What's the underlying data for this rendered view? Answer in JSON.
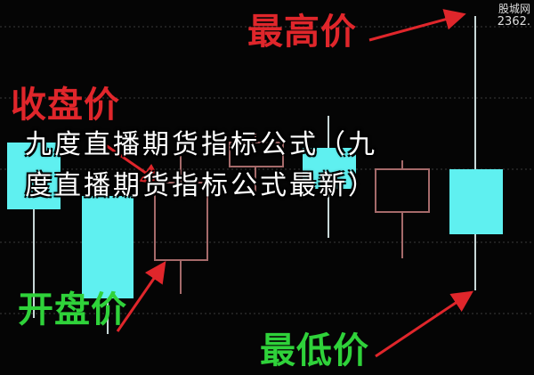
{
  "labels": {
    "high": "最高价",
    "close": "收盘价",
    "open": "开盘价",
    "low": "最低价"
  },
  "title_overlay": {
    "line1": "九度直播期货指标公式（九",
    "line2": "度直播期货指标公式最新）"
  },
  "watermark": {
    "site": "股城网",
    "price": "2362."
  },
  "colors": {
    "rising_body": "#5ff0f0",
    "falling_outline": "#a56a6a",
    "label_red": "#e0262b",
    "label_green": "#2fd23a",
    "arrow": "#e0262b"
  },
  "candles": [
    {
      "type": "filled"
    },
    {
      "type": "filled"
    },
    {
      "type": "hollow"
    },
    {
      "type": "hollow"
    },
    {
      "type": "filled"
    },
    {
      "type": "hollow"
    },
    {
      "type": "filled"
    }
  ]
}
